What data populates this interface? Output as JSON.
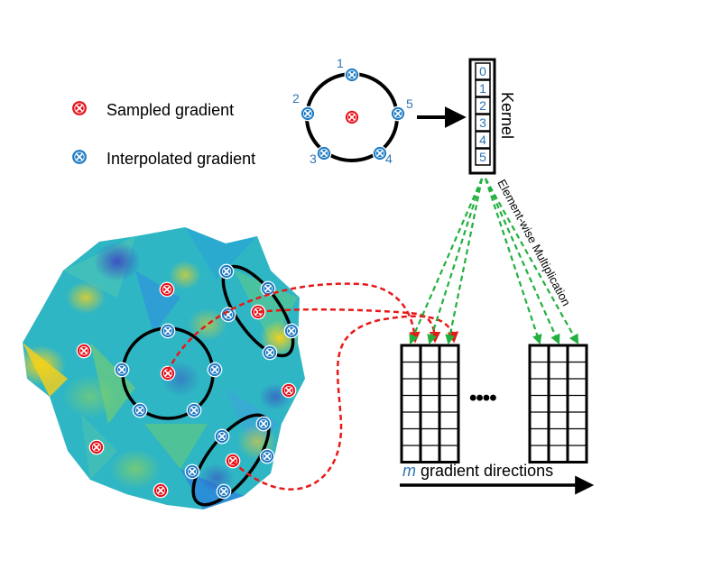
{
  "legend": {
    "sampled_label": "Sampled gradient",
    "interpolated_label": "Interpolated gradient"
  },
  "ring": {
    "point_labels": [
      "1",
      "2",
      "3",
      "4",
      "5"
    ]
  },
  "kernel": {
    "label": "Kernel",
    "cells": [
      "0",
      "1",
      "2",
      "3",
      "4",
      "5"
    ]
  },
  "operation_label": "Element-wise Multiplication",
  "directions": {
    "variable": "m",
    "label": " gradient directions"
  },
  "ellipsis": "••••",
  "colors": {
    "sampled": "#e8101a",
    "interpolated": "#1f7bc4",
    "number_blue": "#2e74b5",
    "arrow_green": "#22b040",
    "arrow_red": "#e81818"
  },
  "icons": {
    "sampled": "x-circle-red",
    "interpolated": "x-circle-blue"
  }
}
